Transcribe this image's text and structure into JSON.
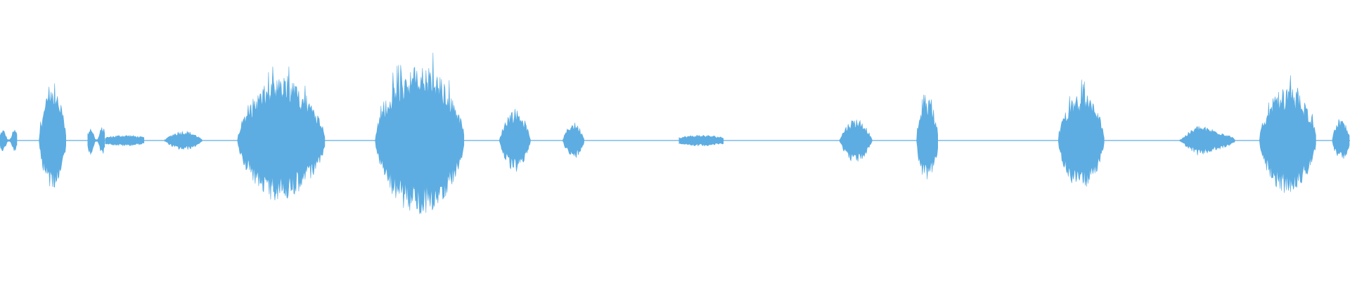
{
  "waveform": {
    "color": "#5dade2",
    "baseline_color": "#5dade2",
    "amplitude_scale": 1.0,
    "bursts": [
      {
        "id": "burst-1",
        "start": 0.0,
        "end": 0.013,
        "amp": 0.08,
        "shape": "noisy"
      },
      {
        "id": "burst-2",
        "start": 0.029,
        "end": 0.049,
        "amp": 0.36,
        "shape": "spiky"
      },
      {
        "id": "burst-3",
        "start": 0.065,
        "end": 0.078,
        "amp": 0.1,
        "shape": "noisy"
      },
      {
        "id": "burst-4",
        "start": 0.078,
        "end": 0.107,
        "amp": 0.04,
        "shape": "flat"
      },
      {
        "id": "burst-5",
        "start": 0.122,
        "end": 0.15,
        "amp": 0.07,
        "shape": "hump"
      },
      {
        "id": "burst-6",
        "start": 0.176,
        "end": 0.241,
        "amp": 0.44,
        "shape": "spiky"
      },
      {
        "id": "burst-7",
        "start": 0.278,
        "end": 0.344,
        "amp": 0.54,
        "shape": "spiky"
      },
      {
        "id": "burst-8",
        "start": 0.37,
        "end": 0.393,
        "amp": 0.23,
        "shape": "hump"
      },
      {
        "id": "burst-9",
        "start": 0.417,
        "end": 0.433,
        "amp": 0.13,
        "shape": "hump"
      },
      {
        "id": "burst-10",
        "start": 0.503,
        "end": 0.536,
        "amp": 0.04,
        "shape": "flat"
      },
      {
        "id": "burst-11",
        "start": 0.622,
        "end": 0.646,
        "amp": 0.16,
        "shape": "hump"
      },
      {
        "id": "burst-12",
        "start": 0.679,
        "end": 0.695,
        "amp": 0.3,
        "shape": "spiky"
      },
      {
        "id": "burst-13",
        "start": 0.784,
        "end": 0.818,
        "amp": 0.35,
        "shape": "spiky"
      },
      {
        "id": "burst-14",
        "start": 0.874,
        "end": 0.915,
        "amp": 0.14,
        "shape": "ramp"
      },
      {
        "id": "burst-15",
        "start": 0.933,
        "end": 0.975,
        "amp": 0.38,
        "shape": "spiky"
      },
      {
        "id": "burst-16",
        "start": 0.987,
        "end": 1.0,
        "amp": 0.14,
        "shape": "spiky"
      }
    ]
  }
}
